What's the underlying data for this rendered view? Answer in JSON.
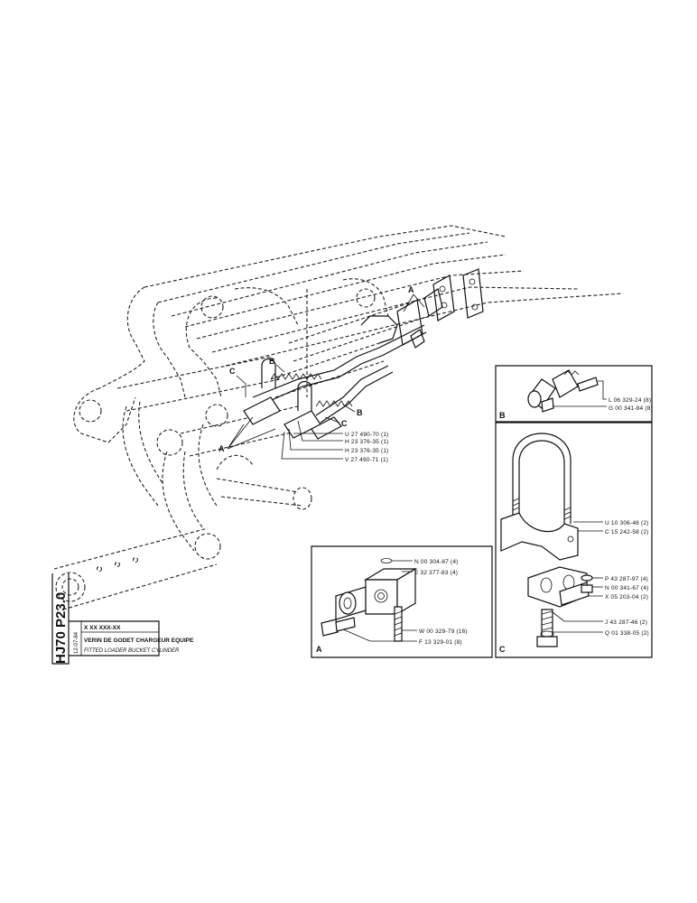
{
  "drawing_code": "HJ70 P23.0",
  "title_block": {
    "ref": "X XX  XXX-XX",
    "date": "12-07-84",
    "title_fr": "VERIN DE GODET CHARGEUR EQUIPE",
    "title_en": "FITTED LOADER BUCKET CYLINDER"
  },
  "main_view": {
    "callout_letters": [
      "A",
      "B",
      "C",
      "B",
      "C",
      "A"
    ],
    "labels": [
      "U 27 490-70 (1)",
      "H 23 376-35 (1)",
      "H 23 376-35 (1)",
      "V 27 490-71 (1)"
    ]
  },
  "detail_a": {
    "letter": "A",
    "labels": [
      "N 00 304-87 (4)",
      "E 32 377-83 (4)",
      "W 00 329-79 (16)",
      "F 13 329-01 (8)"
    ]
  },
  "detail_b": {
    "letter": "B",
    "labels": [
      "L 06 329-24 (8)",
      "G 00 341-84 (8)"
    ]
  },
  "detail_c": {
    "letter": "C",
    "labels": [
      "U 10 306-48 (2)",
      "C 15 242-58 (2)",
      "P 43 287-97 (4)",
      "N 00 341-67 (4)",
      "X 05 203-04 (2)",
      "J 43 287-46 (2)",
      "Q 01 338-05 (2)"
    ]
  }
}
